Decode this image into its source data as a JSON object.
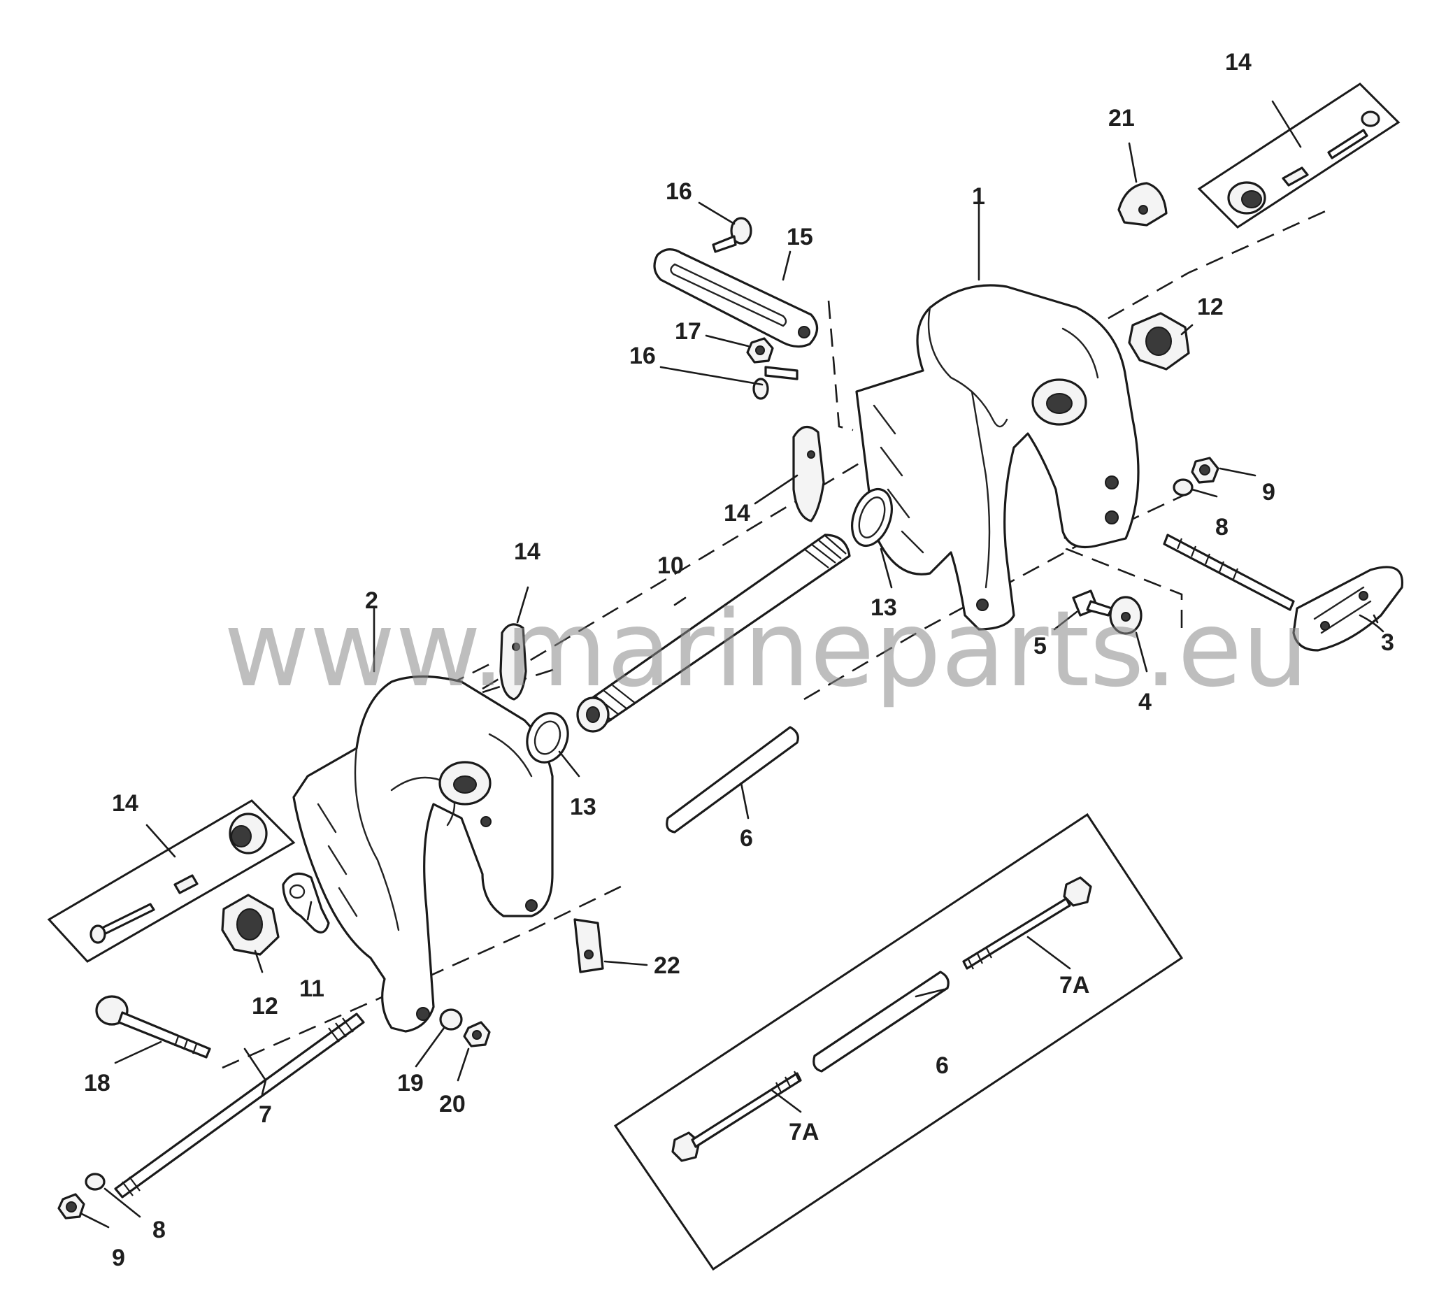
{
  "watermark": "www.marineparts.eu",
  "callouts": {
    "c1": "1",
    "c2": "2",
    "c3": "3",
    "c4": "4",
    "c5": "5",
    "c6_upper": "6",
    "c6_box": "6",
    "c7": "7",
    "c7a_upper": "7A",
    "c7a_lower": "7A",
    "c8_right": "8",
    "c8_left": "8",
    "c9_right": "9",
    "c9_left": "9",
    "c10": "10",
    "c11": "11",
    "c12_right": "12",
    "c12_left": "12",
    "c13_right": "13",
    "c13_left": "13",
    "c14_topright": "14",
    "c14_mid": "14",
    "c14_center": "14",
    "c14_left": "14",
    "c15": "15",
    "c16_top": "16",
    "c16_mid": "16",
    "c17": "17",
    "c18": "18",
    "c19": "19",
    "c20": "20",
    "c21": "21",
    "c22": "22"
  }
}
